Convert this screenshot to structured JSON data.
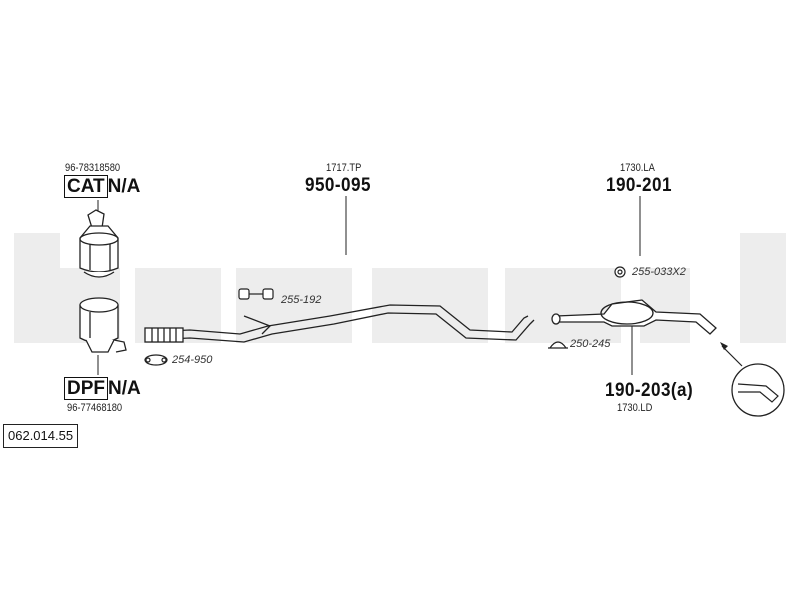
{
  "reference_number": "062.014.55",
  "cat": {
    "part_no": "96-78318580",
    "box_label": "CAT",
    "value": "N/A"
  },
  "dpf": {
    "part_no": "96-77468180",
    "box_label": "DPF",
    "value": "N/A"
  },
  "middle_pipe": {
    "code": "1717.TP",
    "part": "950-095"
  },
  "rear_silencer": {
    "code_top": "1730.LA",
    "part_top": "190-201",
    "part_bottom": "190-203(a)",
    "code_bottom": "1730.LD"
  },
  "accessories": {
    "a1": "255-192",
    "a2": "254-950",
    "a3": "255-033X2",
    "a4": "250-245"
  },
  "colors": {
    "watermark": "#ededed",
    "line": "#222222"
  }
}
